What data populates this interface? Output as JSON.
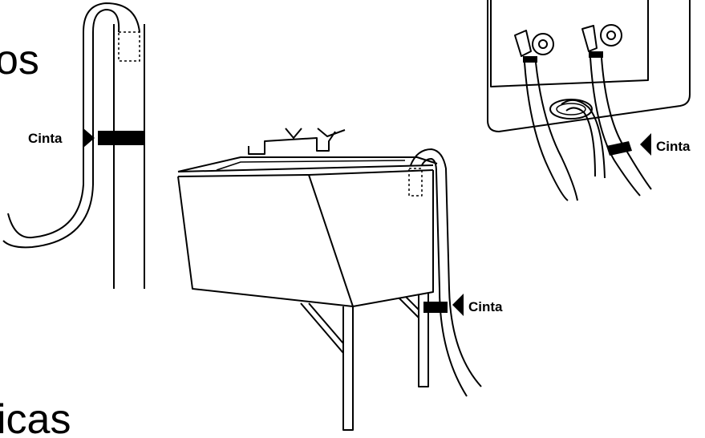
{
  "labels": {
    "tape_left": "Cinta",
    "tape_center": "Cinta",
    "tape_right": "Cinta"
  },
  "partial_text": {
    "top_left": "os",
    "bottom": "icas"
  },
  "colors": {
    "line": "#000000",
    "background": "#ffffff"
  },
  "icons": {
    "tape_pointer": "triangle-pointer-icon"
  }
}
